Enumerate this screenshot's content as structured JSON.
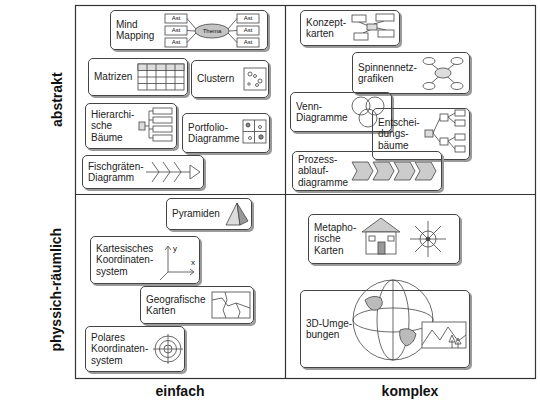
{
  "diagram": {
    "nodes": [
      {
        "text": [
          "Mind Mapping"
        ]
      },
      {
        "text": [
          "Matrizen"
        ]
      },
      {
        "text": [
          "Clustern"
        ]
      },
      {
        "text": [
          "Hierarchi- sche Bäume"
        ]
      },
      {
        "text": [
          "Portfolio- Diagramme"
        ]
      },
      {
        "text": [
          "Fischgräten- Diagramm"
        ]
      },
      {
        "text": [
          "Konzept- karten"
        ]
      },
      {
        "text": [
          "Spinnennetz- grafiken"
        ]
      },
      {
        "text": [
          "Venn- Diagramme"
        ]
      },
      {
        "text": [
          "Entschei- dungs- bäume"
        ]
      },
      {
        "text": [
          "Prozess- ablauf- diagramme"
        ]
      },
      {
        "text": [
          "Pyramiden"
        ]
      },
      {
        "text": [
          "Kartesisches Koordinaten- system"
        ]
      },
      {
        "text": [
          "Geografische Karten"
        ]
      },
      {
        "text": [
          "Polares Koordinaten- system"
        ]
      },
      {
        "text": [
          "Metapho- rische Karten"
        ]
      },
      {
        "text": [
          "3D-Umge- bungen"
        ]
      }
    ],
    "labels": [
      "abstrakt",
      "physsich-räumlich",
      "einfach",
      "komplex",
      "Ast",
      "Ast",
      "Ast",
      "Ast",
      "Ast",
      "Ast",
      "Thema",
      "y",
      "x"
    ]
  }
}
